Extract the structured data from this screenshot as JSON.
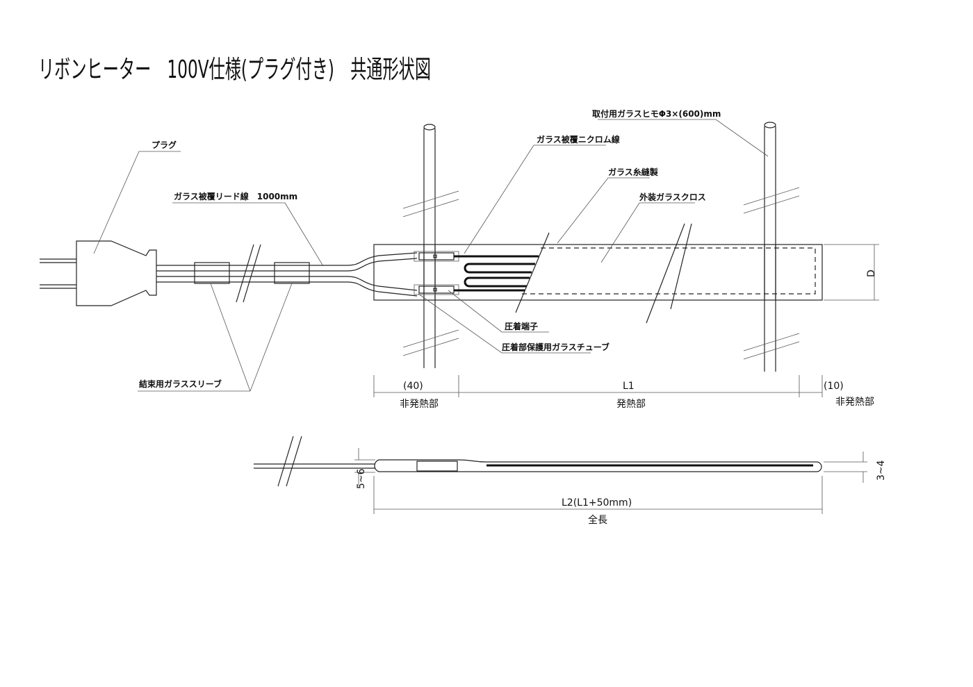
{
  "title": "リボンヒーター　100V仕様(プラグ付き)　共通形状図",
  "labels": {
    "plug": "プラグ",
    "lead_wire": "ガラス被覆リード線　1000mm",
    "mounting_cord": "取付用ガラスヒモΦ3×(600)mm",
    "nichrome_wire": "ガラス被覆ニクロム線",
    "glass_thread": "ガラス糸縫製",
    "outer_cloth": "外装ガラスクロス",
    "crimp_terminal": "圧着端子",
    "crimp_tube": "圧着部保護用ガラスチューブ",
    "binding_sleeve": "結束用ガラススリーブ",
    "width_dim": "D"
  },
  "dimensions": {
    "left_len": "(40)",
    "left_name": "非発熱部",
    "heat_len": "L1",
    "heat_name": "発熱部",
    "right_len": "(10)",
    "right_name": "非発熱部",
    "thickness_lead": "5~6",
    "thickness_body": "3~4",
    "total_len": "L2(L1+50mm)",
    "total_name": "全長"
  }
}
